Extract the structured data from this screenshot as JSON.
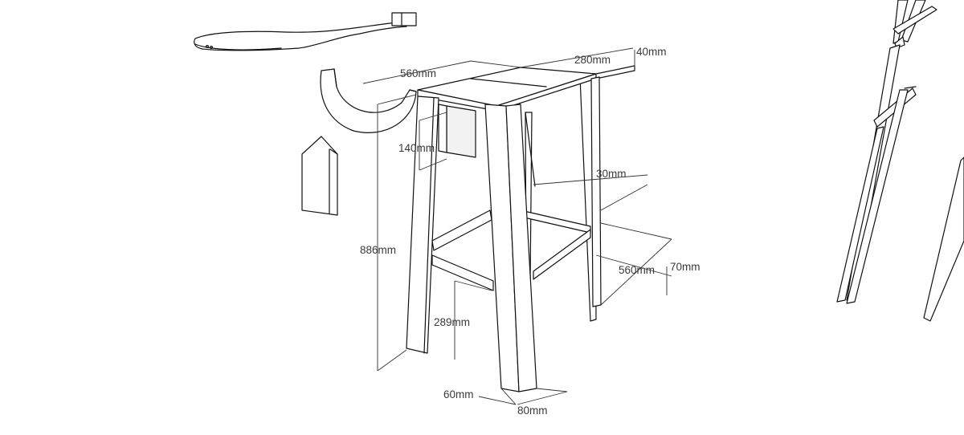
{
  "dimensions": {
    "top_length": "560mm",
    "top_width": "280mm",
    "top_thickness": "40mm",
    "drawer_height": "140mm",
    "inner_depth": "30mm",
    "total_height": "886mm",
    "base_depth": "560mm",
    "stretcher_height": "70mm",
    "stretcher_from_floor": "289mm",
    "leg_width": "60mm",
    "leg_depth": "80mm"
  },
  "colors": {
    "line": "#111111",
    "dimension_text": "#3a3a3a",
    "background": "#ffffff"
  }
}
